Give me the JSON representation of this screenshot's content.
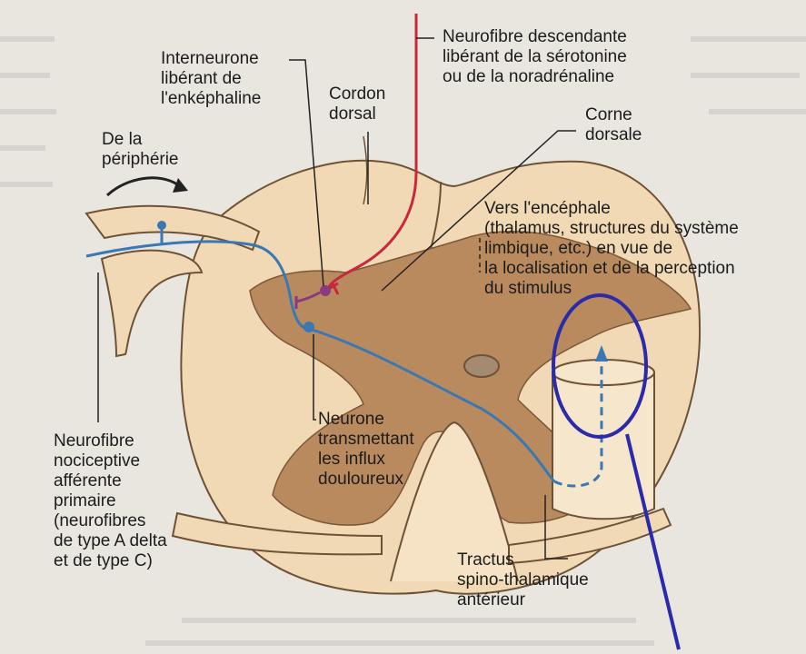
{
  "labels": {
    "interneurone": "Interneurone\nlibérant de\nl'enképhaline",
    "neurofibre_descendante": "Neurofibre descendante\nlibérant de la sérotonine\nou de la noradrénaline",
    "cordon_dorsal": "Cordon\ndorsal",
    "corne_dorsale": "Corne\ndorsale",
    "peripherie": "De la\npériphérie",
    "vers_encephale": "Vers l'encéphale\n(thalamus, structures du système\nlimbique, etc.) en vue de\nla localisation et de la perception\ndu stimulus",
    "neurone_transmettant": "Neurone\ntransmettant\nles influx\ndouloureux",
    "neurofibre_nociceptive": "Neurofibre\nnociceptive\nafférente\nprimaire\n(neurofibres\nde type A delta\net de type C)",
    "tractus": "Tractus\nspino-thalamique\nantérieur"
  },
  "colors": {
    "background": "#e9e6e0",
    "white_matter": "#f1d9b5",
    "grey_matter": "#b98a5e",
    "outline": "#6e5236",
    "sensory_neuron": "#3a78b4",
    "descending_fiber": "#c8283c",
    "interneuron": "#8a3a7e",
    "annotation": "#2a2aaa"
  }
}
